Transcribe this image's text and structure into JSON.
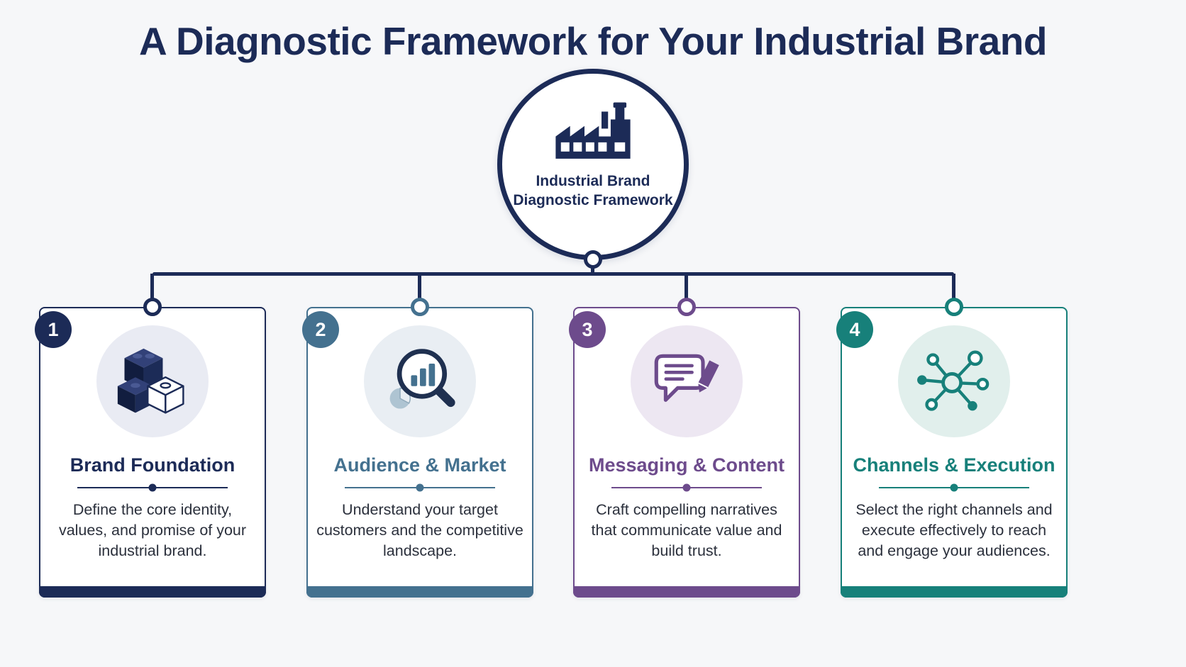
{
  "title": "A Diagnostic Framework for Your Industrial Brand",
  "hub": {
    "icon": "factory-icon",
    "label_line1": "Industrial Brand",
    "label_line2": "Diagnostic Framework"
  },
  "colors": {
    "background": "#f6f7f9",
    "navy": "#1c2b57",
    "card1_accent": "#1c2b57",
    "card2_accent": "#44718f",
    "card3_accent": "#6d4b8c",
    "card4_accent": "#17807a"
  },
  "cards": [
    {
      "number": "1",
      "icon": "building-blocks-icon",
      "title": "Brand Foundation",
      "description": "Define the core identity, values, and promise of your industrial brand.",
      "accent": "#1c2b57",
      "icon_bg": "#e9ebf3"
    },
    {
      "number": "2",
      "icon": "market-analysis-icon",
      "title": "Audience & Market",
      "description": "Understand your target customers and the competitive landscape.",
      "accent": "#44718f",
      "icon_bg": "#e9eef3"
    },
    {
      "number": "3",
      "icon": "messaging-icon",
      "title": "Messaging & Content",
      "description": "Craft compelling narratives that communicate value and build trust.",
      "accent": "#6d4b8c",
      "icon_bg": "#ede7f2"
    },
    {
      "number": "4",
      "icon": "network-channels-icon",
      "title": "Channels & Execution",
      "description": "Select the right channels and execute effectively to reach and engage your audiences.",
      "accent": "#17807a",
      "icon_bg": "#e1efec"
    }
  ]
}
